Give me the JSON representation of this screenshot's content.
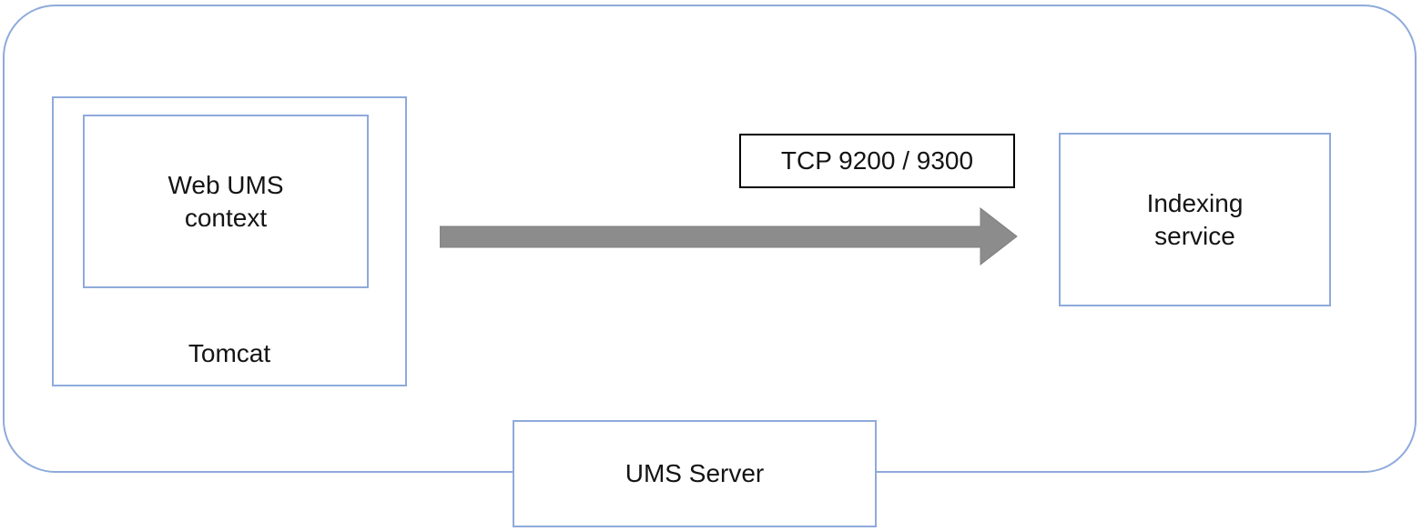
{
  "colors": {
    "box_border": "#8EAADB",
    "connector_label_border": "#000000",
    "arrow": "#8C8C8C",
    "text": "#141414"
  },
  "nodes": {
    "tomcat": {
      "label": "Tomcat"
    },
    "web_ums_context": {
      "label": "Web UMS\ncontext"
    },
    "indexing_service": {
      "label": "Indexing\nservice"
    },
    "ums_server": {
      "label": "UMS Server"
    }
  },
  "connection": {
    "label": "TCP 9200 / 9300",
    "direction": "left-to-right"
  }
}
